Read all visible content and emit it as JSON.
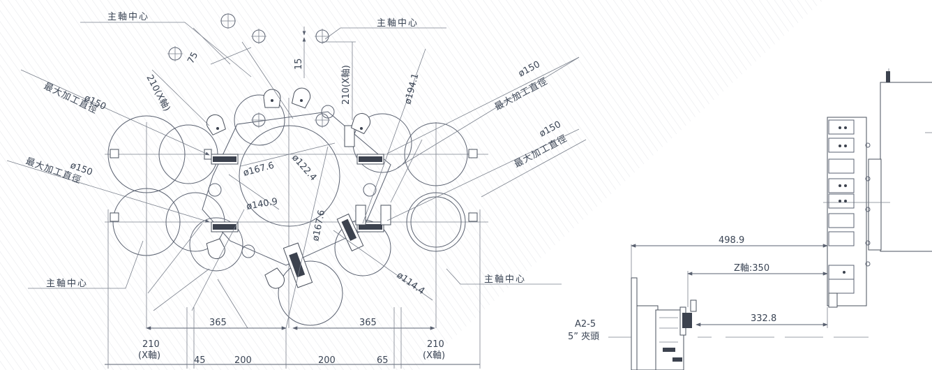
{
  "labels": {
    "spindle_center": "主軸中心",
    "max_machining_dia": "最大加工直徑",
    "phi150": "ø150",
    "phi167_6": "ø167.6",
    "phi140_9": "ø140.9",
    "phi122_4": "ø122.4",
    "phi194_1": "ø194.1",
    "phi114_4": "ø114.4",
    "d75": "75",
    "d15": "15",
    "x210": "210(X軸)",
    "d365": "365",
    "d210": "210",
    "x_axis": "(X軸)",
    "d45": "45",
    "d200": "200",
    "d65": "65",
    "d498_9": "498.9",
    "z350": "Z軸:350",
    "d332_8": "332.8",
    "a2_5": "A2-5",
    "chuck5": "5” 夾頭"
  },
  "colors": {
    "line": "#5a6170",
    "text": "#3a4454",
    "bg_stripe": "#e8e9ec"
  }
}
